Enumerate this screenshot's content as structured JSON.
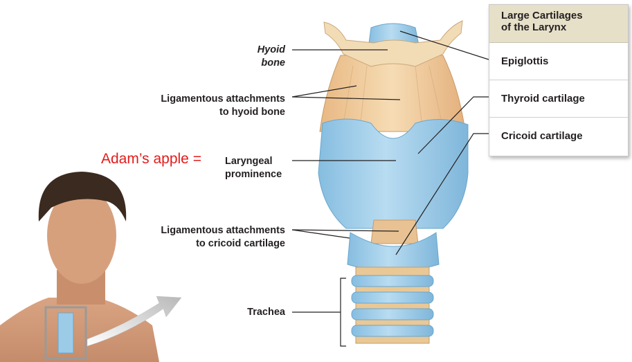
{
  "labels": {
    "hyoid_bone_line1": "Hyoid",
    "hyoid_bone_line2": "bone",
    "lig_hyoid_line1": "Ligamentous attachments",
    "lig_hyoid_line2": "to hyoid bone",
    "adams_apple": "Adam’s apple =",
    "laryngeal_line1": "Laryngeal",
    "laryngeal_line2": "prominence",
    "lig_cricoid_line1": "Ligamentous attachments",
    "lig_cricoid_line2": "to cricoid cartilage",
    "trachea": "Trachea"
  },
  "legend": {
    "title_line1": "Large Cartilages",
    "title_line2": "of the Larynx",
    "items": [
      "Epiglottis",
      "Thyroid cartilage",
      "Cricoid cartilage"
    ]
  },
  "colors": {
    "cartilage_blue": "#9ccbe8",
    "ligament_tan": "#e9c89a",
    "highlight_red": "#e21b1b",
    "legend_header": "#e6e0c9"
  }
}
